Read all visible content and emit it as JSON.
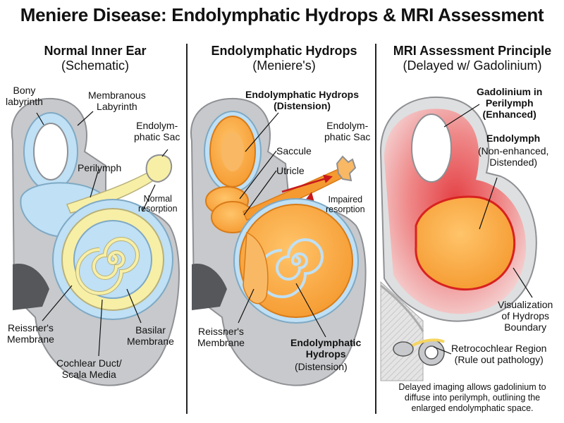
{
  "title": "Meniere Disease: Endolymphatic Hydrops & MRI Assessment",
  "colors": {
    "bone": "#c7c9cc",
    "bone_dark": "#8e9094",
    "perilymph": "#bfe0f5",
    "endolymph_normal": "#f7efa6",
    "endolymph_hydrops": "#f7a640",
    "gadolinium": "#f4a0a0",
    "gadolinium_dark": "#e23a3a",
    "arrow": "#c8191b"
  },
  "panels": [
    {
      "title": "Normal Inner Ear",
      "subtitle": "(Schematic)",
      "labels": {
        "bony": "Bony\nlabyrinth",
        "membranous": "Membranous\nLabyrinth",
        "sac": "Endolym-\nphatic Sac",
        "perilymph": "Perilymph",
        "resorption": "Normal\nresorption",
        "reissner": "Reissner's\nMembrane",
        "basilar": "Basilar\nMembrane",
        "duct": "Cochlear Duct/\nScala Media"
      }
    },
    {
      "title": "Endolymphatic Hydrops",
      "subtitle": "(Meniere's)",
      "labels": {
        "hydrops_top": "Endolymphatic Hydrops\n(Distension)",
        "saccule": "Saccule",
        "utricle": "Utricle",
        "sac": "Endolym-\nphatic Sac",
        "impaired": "Impaired\nresorption",
        "reissner": "Reissner's\nMembrane",
        "hydrops_bottom_bold": "Endolymphatic\nHydrops",
        "hydrops_bottom_sub": "(Distension)"
      }
    },
    {
      "title": "MRI Assessment Principle",
      "subtitle": "(Delayed w/ Gadolinium)",
      "labels": {
        "gad": "Gadolinium in\nPerilymph\n(Enhanced)",
        "endolymph_bold": "Endolymph",
        "endolymph_sub": "(Non-enhanced,\nDistended)",
        "visualization": "Visualization\nof Hydrops\nBoundary",
        "retro": "Retrocochlear Region\n(Rule out pathology)"
      },
      "note": "Delayed imaging allows gadolinium to\ndiffuse into perilymph, outlining the\nenlarged endolymphatic space."
    }
  ]
}
